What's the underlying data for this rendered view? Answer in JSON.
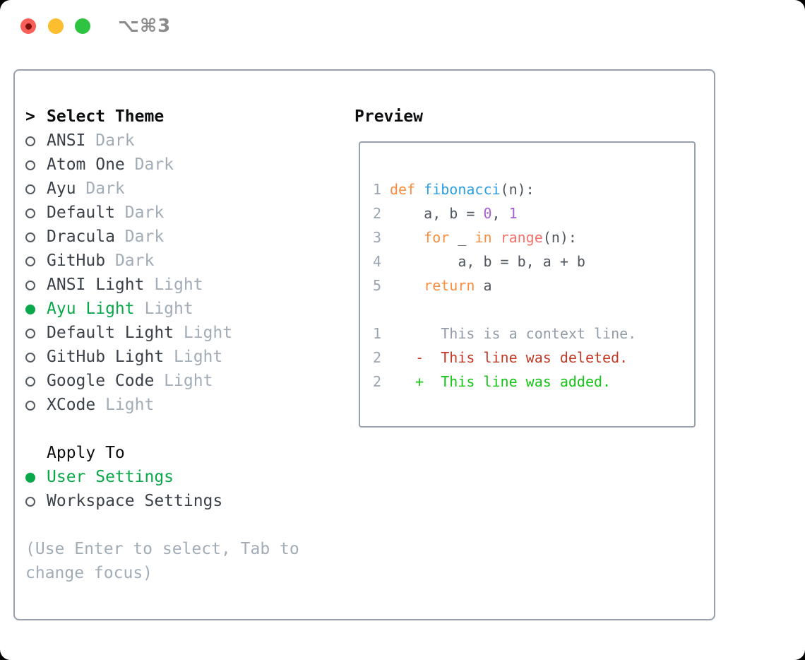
{
  "titlebar": {
    "title": "⌥⌘3"
  },
  "theme_list": {
    "cursor": ">",
    "header": "Select Theme",
    "items": [
      {
        "name": "ANSI",
        "variant": "Dark",
        "selected": false
      },
      {
        "name": "Atom One",
        "variant": "Dark",
        "selected": false
      },
      {
        "name": "Ayu",
        "variant": "Dark",
        "selected": false
      },
      {
        "name": "Default",
        "variant": "Dark",
        "selected": false
      },
      {
        "name": "Dracula",
        "variant": "Dark",
        "selected": false
      },
      {
        "name": "GitHub",
        "variant": "Dark",
        "selected": false
      },
      {
        "name": "ANSI Light",
        "variant": "Light",
        "selected": false
      },
      {
        "name": "Ayu Light",
        "variant": "Light",
        "selected": true
      },
      {
        "name": "Default Light",
        "variant": "Light",
        "selected": false
      },
      {
        "name": "GitHub Light",
        "variant": "Light",
        "selected": false
      },
      {
        "name": "Google Code",
        "variant": "Light",
        "selected": false
      },
      {
        "name": "XCode",
        "variant": "Light",
        "selected": false
      }
    ]
  },
  "apply_to": {
    "header": "Apply To",
    "options": [
      {
        "name": "User Settings",
        "selected": true
      },
      {
        "name": "Workspace Settings",
        "selected": false
      }
    ]
  },
  "help_text": "(Use Enter to select, Tab to change focus)",
  "preview": {
    "label": "Preview",
    "code_lines": [
      {
        "num": "1",
        "tokens": [
          {
            "t": "def",
            "c": "kw"
          },
          {
            "t": " "
          },
          {
            "t": "fibonacci",
            "c": "fn"
          },
          {
            "t": "(n):"
          }
        ]
      },
      {
        "num": "2",
        "tokens": [
          {
            "t": "    a, b = "
          },
          {
            "t": "0",
            "c": "num"
          },
          {
            "t": ", "
          },
          {
            "t": "1",
            "c": "num"
          }
        ]
      },
      {
        "num": "3",
        "tokens": [
          {
            "t": "    "
          },
          {
            "t": "for",
            "c": "kw"
          },
          {
            "t": " _ "
          },
          {
            "t": "in",
            "c": "kw"
          },
          {
            "t": " "
          },
          {
            "t": "range",
            "c": "bi"
          },
          {
            "t": "(n):"
          }
        ]
      },
      {
        "num": "4",
        "tokens": [
          {
            "t": "        a, b = b, a + b"
          }
        ]
      },
      {
        "num": "5",
        "tokens": [
          {
            "t": "    "
          },
          {
            "t": "return",
            "c": "kw"
          },
          {
            "t": " a"
          }
        ]
      }
    ],
    "diff_lines": [
      {
        "num": "1",
        "kind": "context",
        "text": "      This is a context line."
      },
      {
        "num": "2",
        "kind": "deleted",
        "text": "   -  This line was deleted."
      },
      {
        "num": "2",
        "kind": "added",
        "text": "   +  This line was added."
      }
    ]
  },
  "colors": {
    "accent_green": "#0aa84a",
    "diff_added": "#15c515",
    "diff_deleted": "#c23a26",
    "context": "#929ca8",
    "muted": "#a2acb6",
    "text": "#3b4148",
    "heading": "#0c0e10",
    "border": "#97a0ab",
    "line_number": "#9aa4b0",
    "code_plain": "#4f565e",
    "keyword": "#f98d3d",
    "function": "#2b9ee3",
    "number": "#a55ecf",
    "builtin": "#f5716b",
    "circle_outline": "#555b63",
    "titlebar_text": "#8b8b8b",
    "traffic_red": "#f75f58",
    "traffic_red_dot": "#7d120c",
    "traffic_yellow": "#fcbd2f",
    "traffic_green": "#2fc342"
  }
}
